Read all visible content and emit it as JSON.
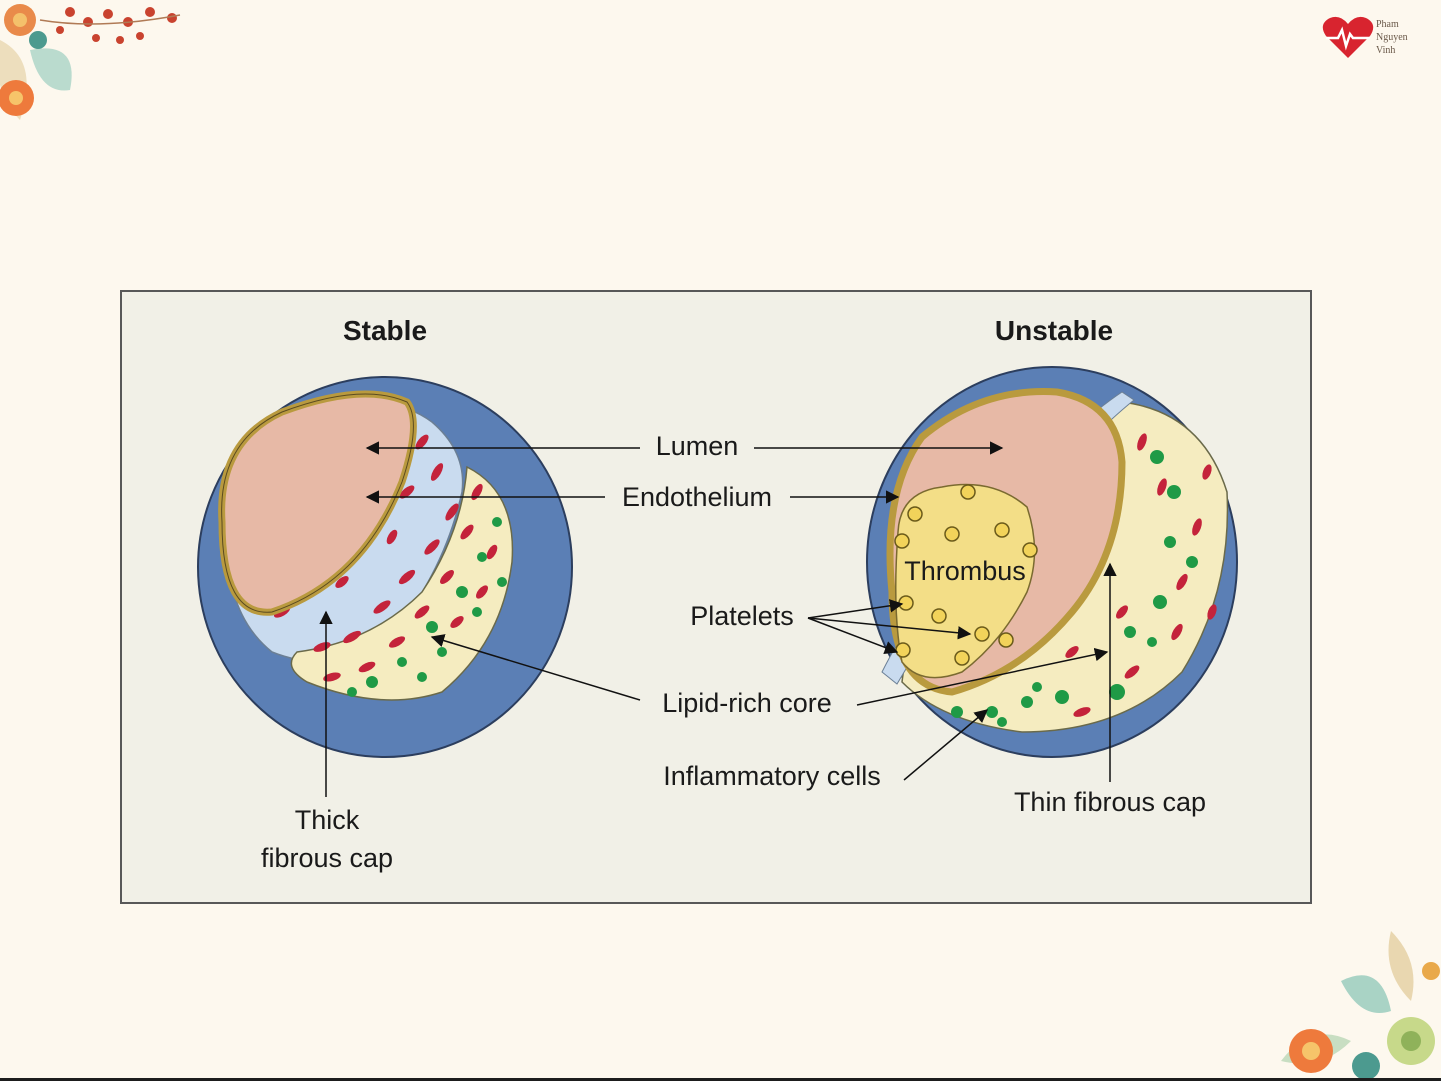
{
  "logo": {
    "line1": "Pham",
    "line2": "Nguyen",
    "line3": "Vinh"
  },
  "diagram": {
    "stable_title": "Stable",
    "unstable_title": "Unstable",
    "labels": {
      "lumen": "Lumen",
      "endothelium": "Endothelium",
      "thrombus": "Thrombus",
      "platelets": "Platelets",
      "lipid_core": "Lipid-rich core",
      "inflammatory": "Inflammatory cells",
      "thick_cap_line1": "Thick",
      "thick_cap_line2": "fibrous cap",
      "thin_cap": "Thin fibrous cap"
    },
    "colors": {
      "vessel_wall": "#5b7fb5",
      "lumen": "#e7b9a6",
      "endothelium": "#b99a3e",
      "fibrous_cap": "#c9dbef",
      "lipid_core": "#f5ecc0",
      "thrombus": "#f3de87",
      "muscle_cells": "#c4233b",
      "inflammatory_cells": "#1f9a46"
    }
  }
}
